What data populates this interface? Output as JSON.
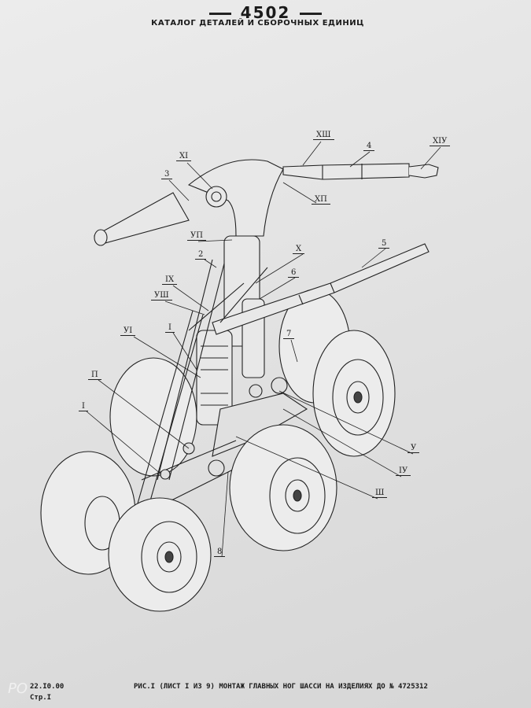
{
  "header": {
    "number": "4502",
    "title": "КАТАЛОГ ДЕТАЛЕЙ И СБОРОЧНЫХ ЕДИНИЦ"
  },
  "callouts": [
    "ХI",
    "3",
    "ХШ",
    "4",
    "ХIУ",
    "ХП",
    "УП",
    "2",
    "Х",
    "5",
    "IХ",
    "6",
    "УШ",
    "УI",
    "I",
    "7",
    "П",
    "I",
    "У",
    "IУ",
    "Ш",
    "8"
  ],
  "footer": {
    "date": "22.I0.00",
    "page": "Стр.I",
    "caption": "РИС.I (ЛИСТ I ИЗ 9) МОНТАЖ ГЛАВНЫХ НОГ ШАССИ НА ИЗДЕЛИЯХ ДО № 4725312"
  },
  "watermark": "РО"
}
